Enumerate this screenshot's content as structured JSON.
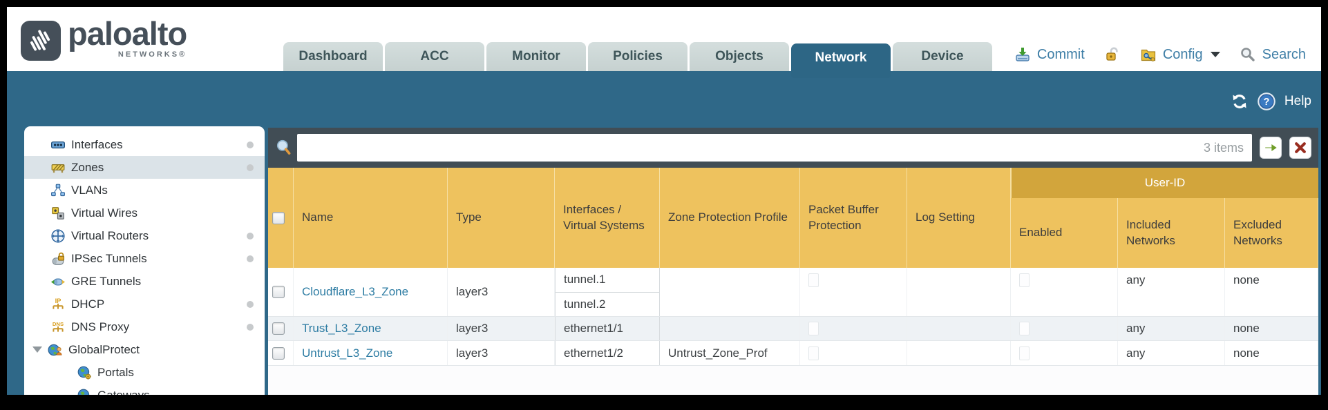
{
  "brand": {
    "logo_text": "paloalto",
    "logo_sub": "NETWORKS®"
  },
  "tabs": [
    {
      "label": "Dashboard",
      "active": false
    },
    {
      "label": "ACC",
      "active": false
    },
    {
      "label": "Monitor",
      "active": false
    },
    {
      "label": "Policies",
      "active": false
    },
    {
      "label": "Objects",
      "active": false
    },
    {
      "label": "Network",
      "active": true
    },
    {
      "label": "Device",
      "active": false
    }
  ],
  "top_actions": {
    "commit": "Commit",
    "config": "Config",
    "search": "Search"
  },
  "help": {
    "label": "Help"
  },
  "sidebar": {
    "items": [
      {
        "label": "Interfaces",
        "icon": "interfaces-icon",
        "dot": true,
        "selected": false
      },
      {
        "label": "Zones",
        "icon": "zones-icon",
        "dot": true,
        "selected": true
      },
      {
        "label": "VLANs",
        "icon": "vlans-icon",
        "dot": false,
        "selected": false
      },
      {
        "label": "Virtual Wires",
        "icon": "virtual-wires-icon",
        "dot": false,
        "selected": false
      },
      {
        "label": "Virtual Routers",
        "icon": "virtual-routers-icon",
        "dot": true,
        "selected": false
      },
      {
        "label": "IPSec Tunnels",
        "icon": "ipsec-tunnels-icon",
        "dot": true,
        "selected": false
      },
      {
        "label": "GRE Tunnels",
        "icon": "gre-tunnels-icon",
        "dot": false,
        "selected": false
      },
      {
        "label": "DHCP",
        "icon": "dhcp-icon",
        "dot": true,
        "selected": false
      },
      {
        "label": "DNS Proxy",
        "icon": "dns-proxy-icon",
        "dot": true,
        "selected": false
      },
      {
        "label": "GlobalProtect",
        "icon": "globalprotect-icon",
        "dot": false,
        "selected": false,
        "expanded": true
      },
      {
        "label": "Portals",
        "icon": "portals-icon",
        "dot": false,
        "selected": false,
        "child": true
      },
      {
        "label": "Gateways",
        "icon": "gateways-icon",
        "dot": false,
        "selected": false,
        "child": true
      }
    ]
  },
  "search_bar": {
    "items_count": "3 items",
    "value": ""
  },
  "table": {
    "group_header": "User-ID",
    "columns": [
      "Name",
      "Type",
      "Interfaces / Virtual Systems",
      "Zone Protection Profile",
      "Packet Buffer Protection",
      "Log Setting",
      "Enabled",
      "Included Networks",
      "Excluded Networks"
    ],
    "rows": [
      {
        "name": "Cloudflare_L3_Zone",
        "type": "layer3",
        "interfaces": [
          "tunnel.1",
          "tunnel.2"
        ],
        "zone_protection_profile": "",
        "log_setting": "",
        "included_networks": "any",
        "excluded_networks": "none"
      },
      {
        "name": "Trust_L3_Zone",
        "type": "layer3",
        "interfaces": [
          "ethernet1/1"
        ],
        "zone_protection_profile": "",
        "log_setting": "",
        "included_networks": "any",
        "excluded_networks": "none"
      },
      {
        "name": "Untrust_L3_Zone",
        "type": "layer3",
        "interfaces": [
          "ethernet1/2"
        ],
        "zone_protection_profile": "Untrust_Zone_Prof",
        "log_setting": "",
        "included_networks": "any",
        "excluded_networks": "none"
      }
    ]
  },
  "colors": {
    "teal": "#2f6888",
    "header_amber": "#eec25e",
    "userid_band": "#d2a53c",
    "link_blue": "#2d7ca3",
    "accent_green": "#6f9d28",
    "accent_red": "#992d20"
  }
}
